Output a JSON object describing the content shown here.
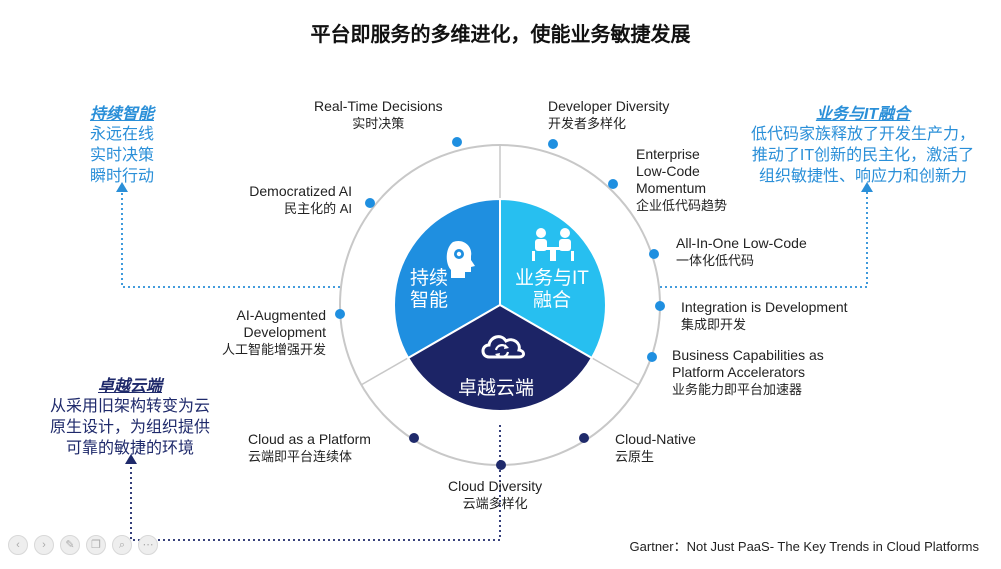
{
  "title": "平台即服务的多维进化，使能业务敏捷发展",
  "source": "Gartner：Not Just PaaS- The Key Trends in Cloud Platforms",
  "colors": {
    "blue": "#1f8fe0",
    "light_blue": "#27bff0",
    "navy": "#1c2466",
    "ring": "#c8c8c8",
    "dot_blue": "#1f8fe0",
    "dot_navy": "#1f2a6b",
    "blue_text": "#2a8fd8",
    "navy_text": "#1f2a6b"
  },
  "sectors": {
    "left": {
      "line1": "持续",
      "line2": "智能",
      "icon": "head-brain-icon"
    },
    "right": {
      "line1": "业务与IT",
      "line2": "融合",
      "icon": "meeting-people-icon"
    },
    "bottom": {
      "label": "卓越云端",
      "icon": "cloud-sync-icon"
    }
  },
  "labels": {
    "real_time": {
      "en": "Real-Time Decisions",
      "zh": "实时决策"
    },
    "democratized": {
      "en": "Democratized AI",
      "zh": "民主化的 AI"
    },
    "ai_aug": {
      "en1": "AI-Augmented",
      "en2": "Development",
      "zh": "人工智能增强开发"
    },
    "dev_diversity": {
      "en": "Developer Diversity",
      "zh": "开发者多样化"
    },
    "enterprise": {
      "en1": "Enterprise",
      "en2": "Low-Code",
      "en3": "Momentum",
      "zh": "企业低代码趋势"
    },
    "all_in_one": {
      "en": "All-In-One Low-Code",
      "zh": "一体化低代码"
    },
    "integration": {
      "en": "Integration is Development",
      "zh": "集成即开发"
    },
    "business_cap": {
      "en1": "Business Capabilities as",
      "en2": "Platform Accelerators",
      "zh": "业务能力即平台加速器"
    },
    "cloud_native": {
      "en": "Cloud-Native",
      "zh": "云原生"
    },
    "cloud_diversity": {
      "en": "Cloud Diversity",
      "zh": "云端多样化"
    },
    "cloud_platform": {
      "en": "Cloud as a Platform",
      "zh": "云端即平台连续体"
    }
  },
  "side_left_top": {
    "title": "持续智能",
    "lines": [
      "永远在线",
      "实时决策",
      "瞬时行动"
    ]
  },
  "side_right_top": {
    "title": "业务与IT融合",
    "lines": [
      "低代码家族释放了开发生产力，",
      "推动了IT创新的民主化，激活了",
      "组织敏捷性、响应力和创新力"
    ]
  },
  "side_left_bottom": {
    "title": "卓越云端",
    "lines": [
      "从采用旧架构转变为云",
      "原生设计，为组织提供",
      "可靠的敏捷的环境"
    ]
  },
  "toolbar": {
    "icons": [
      "prev-icon",
      "next-icon",
      "pen-icon",
      "copy-icon",
      "zoom-icon",
      "more-icon"
    ]
  }
}
